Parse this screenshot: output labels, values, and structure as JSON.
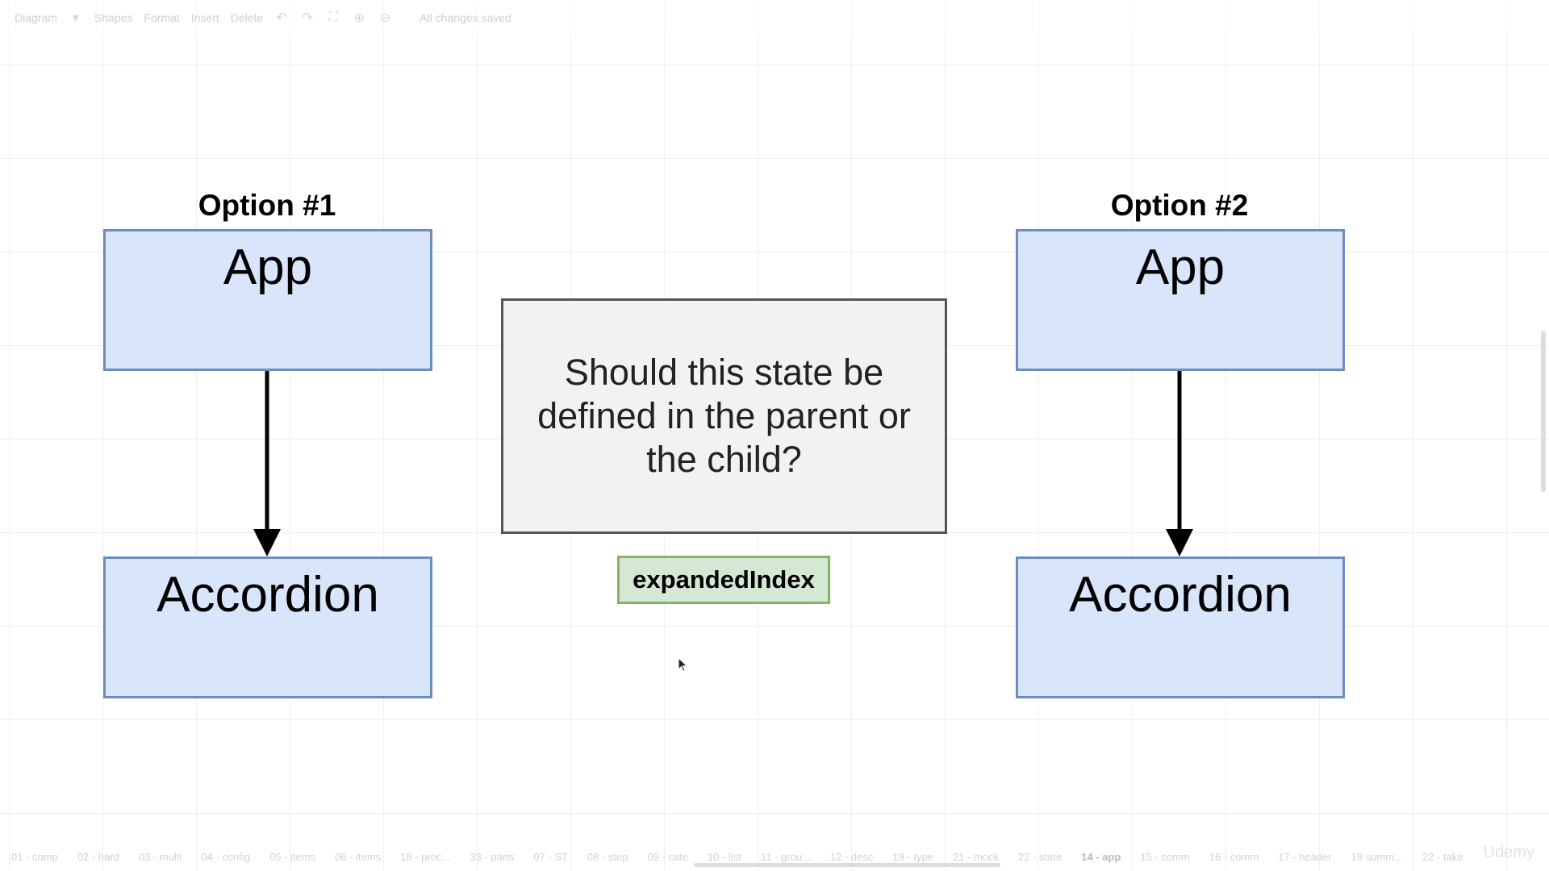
{
  "toolbar": {
    "diagram_menu": "Diagram",
    "shapes": "Shapes",
    "format": "Format",
    "insert": "Insert",
    "delete": "Delete",
    "status": "All changes saved",
    "icons": [
      "undo-icon",
      "redo-icon",
      "fullscreen-icon",
      "zoom-in-icon",
      "zoom-out-icon"
    ]
  },
  "diagram": {
    "option1": {
      "title": "Option #1",
      "parent": "App",
      "child": "Accordion"
    },
    "option2": {
      "title": "Option #2",
      "parent": "App",
      "child": "Accordion"
    },
    "question": "Should this state be defined in the parent or the child?",
    "state_name": "expandedIndex",
    "colors": {
      "component_fill": "#d9e5fa",
      "component_border": "#6c8ebf",
      "question_fill": "#f2f2f2",
      "state_fill": "#d5e8d4",
      "state_border": "#82b366"
    }
  },
  "page_tabs": [
    "01 - comp",
    "02 - hard",
    "03 - multi",
    "04 - config",
    "05 - items",
    "06 - items",
    "18 - proc...",
    "33 - parts",
    "07 - ST",
    "08 - step",
    "09 - cate",
    "10 - list",
    "11 - grou...",
    "12 - desc",
    "19 - type",
    "21 - mock",
    "22 - state",
    "14 - app",
    "15 - comm",
    "16 - comm",
    "17 - header",
    "19 summ...",
    "22 - take"
  ],
  "active_tab": "14 - app",
  "watermark": "Udemy"
}
